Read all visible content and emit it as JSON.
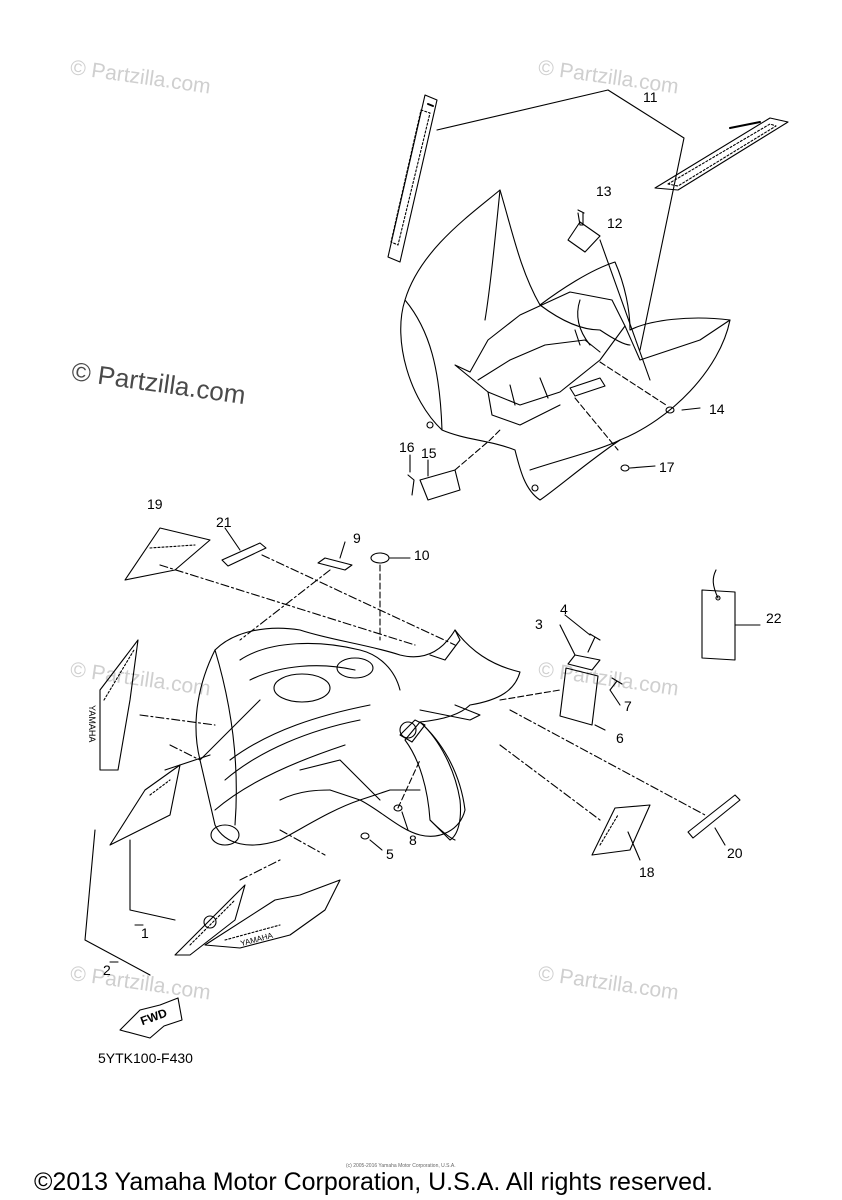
{
  "watermarks": {
    "main": "© Partzilla.com",
    "repeat": "© Partzilla.com"
  },
  "callouts": [
    "1",
    "2",
    "3",
    "4",
    "5",
    "6",
    "7",
    "8",
    "9",
    "10",
    "11",
    "12",
    "13",
    "14",
    "15",
    "16",
    "17",
    "18",
    "19",
    "20",
    "21",
    "22"
  ],
  "decal_text": {
    "brand": "YAMAHA",
    "fwd": "FWD"
  },
  "diagram_code": "5YTK100-F430",
  "tiny_copyright": "(c) 2005-2016 Yamaha Motor Corporation, U.S.A.",
  "copyright": "©2013 Yamaha Motor Corporation, U.S.A. All rights reserved."
}
